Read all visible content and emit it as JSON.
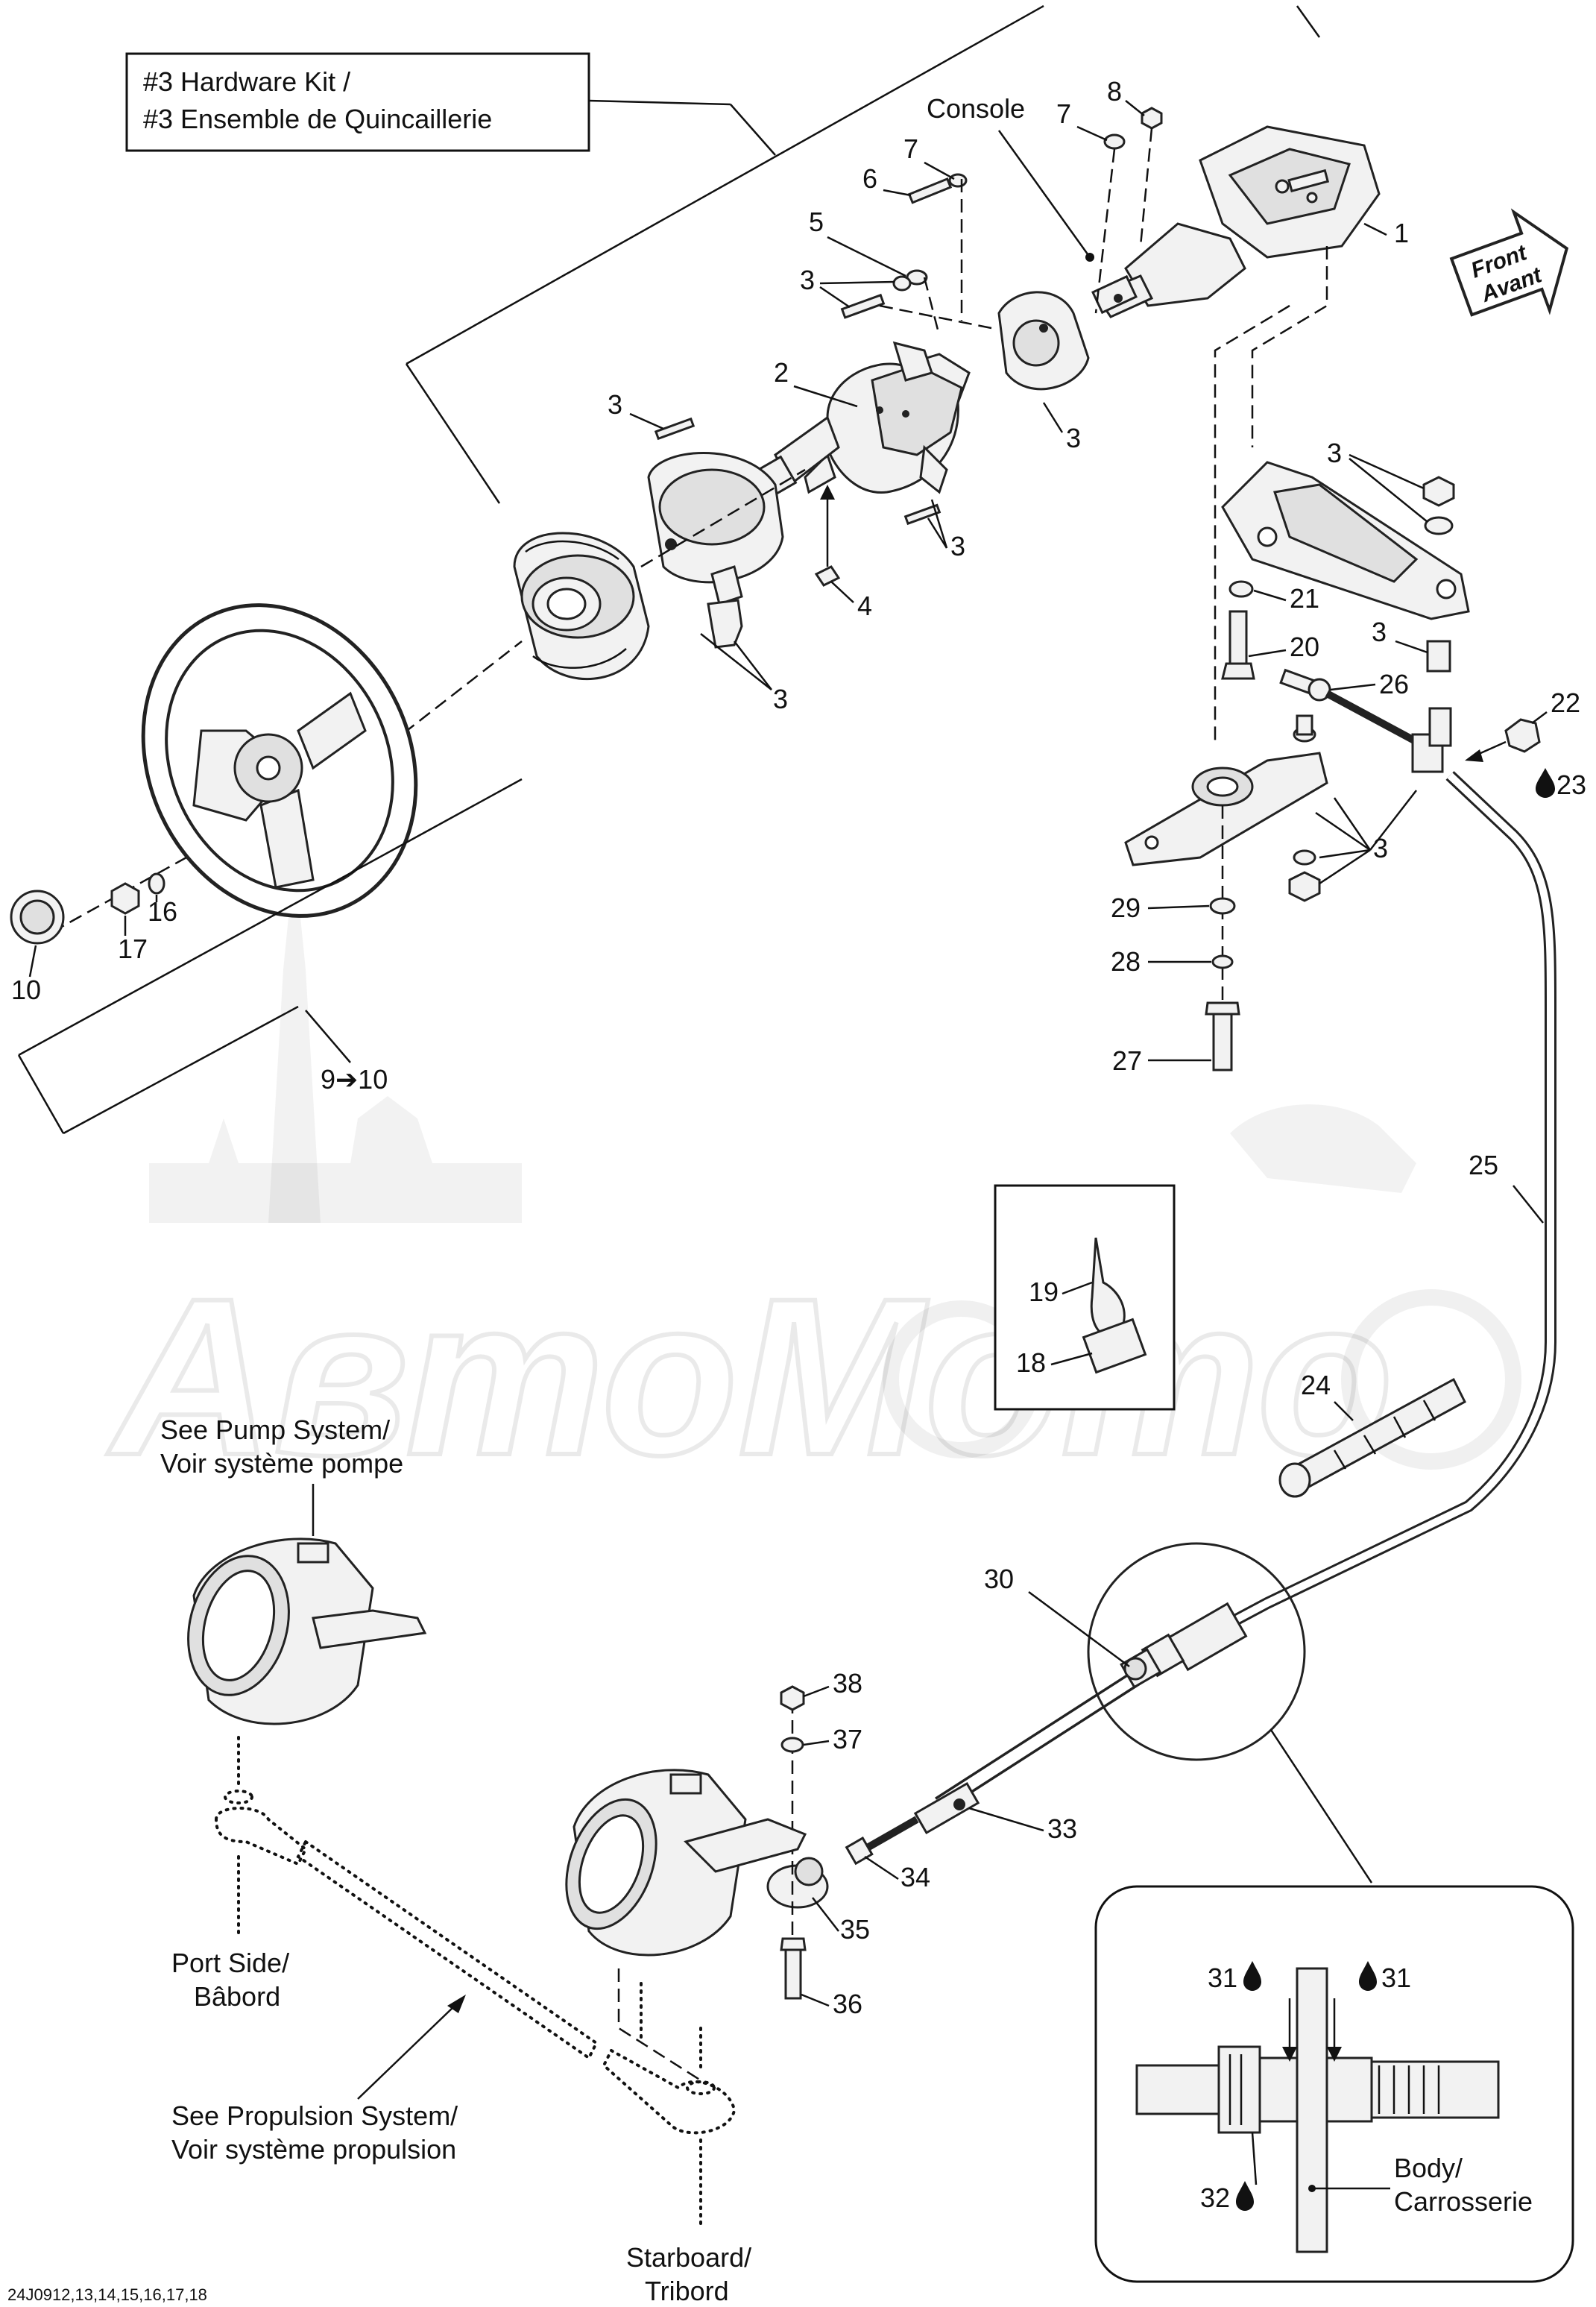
{
  "hardware_kit": {
    "line1": "#3 Hardware Kit /",
    "line2": "#3 Ensemble de Quincaillerie"
  },
  "console_label": "Console",
  "front_arrow": {
    "line1": "Front",
    "line2": "Avant"
  },
  "part_numbers": {
    "p1": "1",
    "p2": "2",
    "p3": "3",
    "p4": "4",
    "p5": "5",
    "p6": "6",
    "p7": "7",
    "p8": "8",
    "p10": "10",
    "p16": "16",
    "p17": "17",
    "p18": "18",
    "p19": "19",
    "p20": "20",
    "p21": "21",
    "p22": "22",
    "p23": "23",
    "p24": "24",
    "p25": "25",
    "p26": "26",
    "p27": "27",
    "p28": "28",
    "p29": "29",
    "p30": "30",
    "p31": "31",
    "p32": "32",
    "p33": "33",
    "p34": "34",
    "p35": "35",
    "p36": "36",
    "p37": "37",
    "p38": "38",
    "range_9_10": "9➔10"
  },
  "refs": {
    "pump": {
      "line1": "See Pump System/",
      "line2": "Voir système pompe"
    },
    "propulsion": {
      "line1": "See Propulsion System/",
      "line2": "Voir système propulsion"
    },
    "port": {
      "line1": "Port Side/",
      "line2": "Bâbord"
    },
    "starboard": {
      "line1": "Starboard/",
      "line2": "Tribord"
    },
    "body": {
      "line1": "Body/",
      "line2": "Carrosserie"
    }
  },
  "drawing_code": "24J0912,13,14,15,16,17,18",
  "watermark_text": "АвтоМото",
  "icons": [
    "drop-icon",
    "front-arrow-icon"
  ]
}
